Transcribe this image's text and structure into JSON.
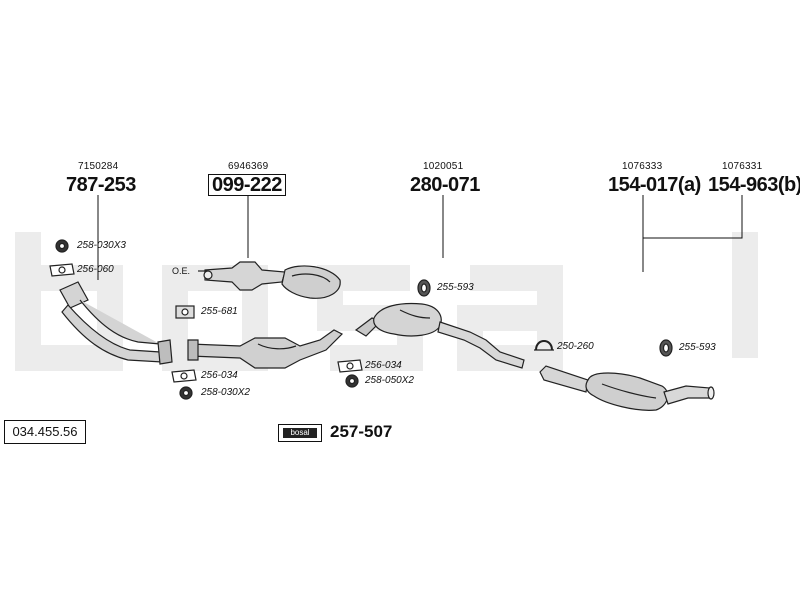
{
  "catalog_number": "034.455.56",
  "watermark": {
    "text": "bosal",
    "color": "#ebebeb"
  },
  "oe_label": "O.E.",
  "parts": [
    {
      "ref": "7150284",
      "part_no": "787-253",
      "boxed": false
    },
    {
      "ref": "6946369",
      "part_no": "099-222",
      "boxed": true
    },
    {
      "ref": "1020051",
      "part_no": "280-071",
      "boxed": false
    },
    {
      "ref": "1076333",
      "part_no": "154-017(a)",
      "boxed": false
    },
    {
      "ref": "1076331",
      "part_no": "154-963(b)",
      "boxed": false
    }
  ],
  "accessories": [
    {
      "code": "258-030X3",
      "icon": "nut-icon"
    },
    {
      "code": "256-060",
      "icon": "gasket-icon"
    },
    {
      "code": "255-681",
      "icon": "rubber-mount-icon"
    },
    {
      "code": "256-034",
      "icon": "gasket-icon"
    },
    {
      "code": "258-030X2",
      "icon": "nut-icon"
    },
    {
      "code": "256-034",
      "icon": "gasket-icon"
    },
    {
      "code": "258-050X2",
      "icon": "nut-icon"
    },
    {
      "code": "255-593",
      "icon": "rubber-ring-icon"
    },
    {
      "code": "250-260",
      "icon": "clamp-icon"
    },
    {
      "code": "255-593",
      "icon": "rubber-ring-icon"
    }
  ],
  "kit": {
    "logo": "bosal",
    "part_no": "257-507"
  }
}
